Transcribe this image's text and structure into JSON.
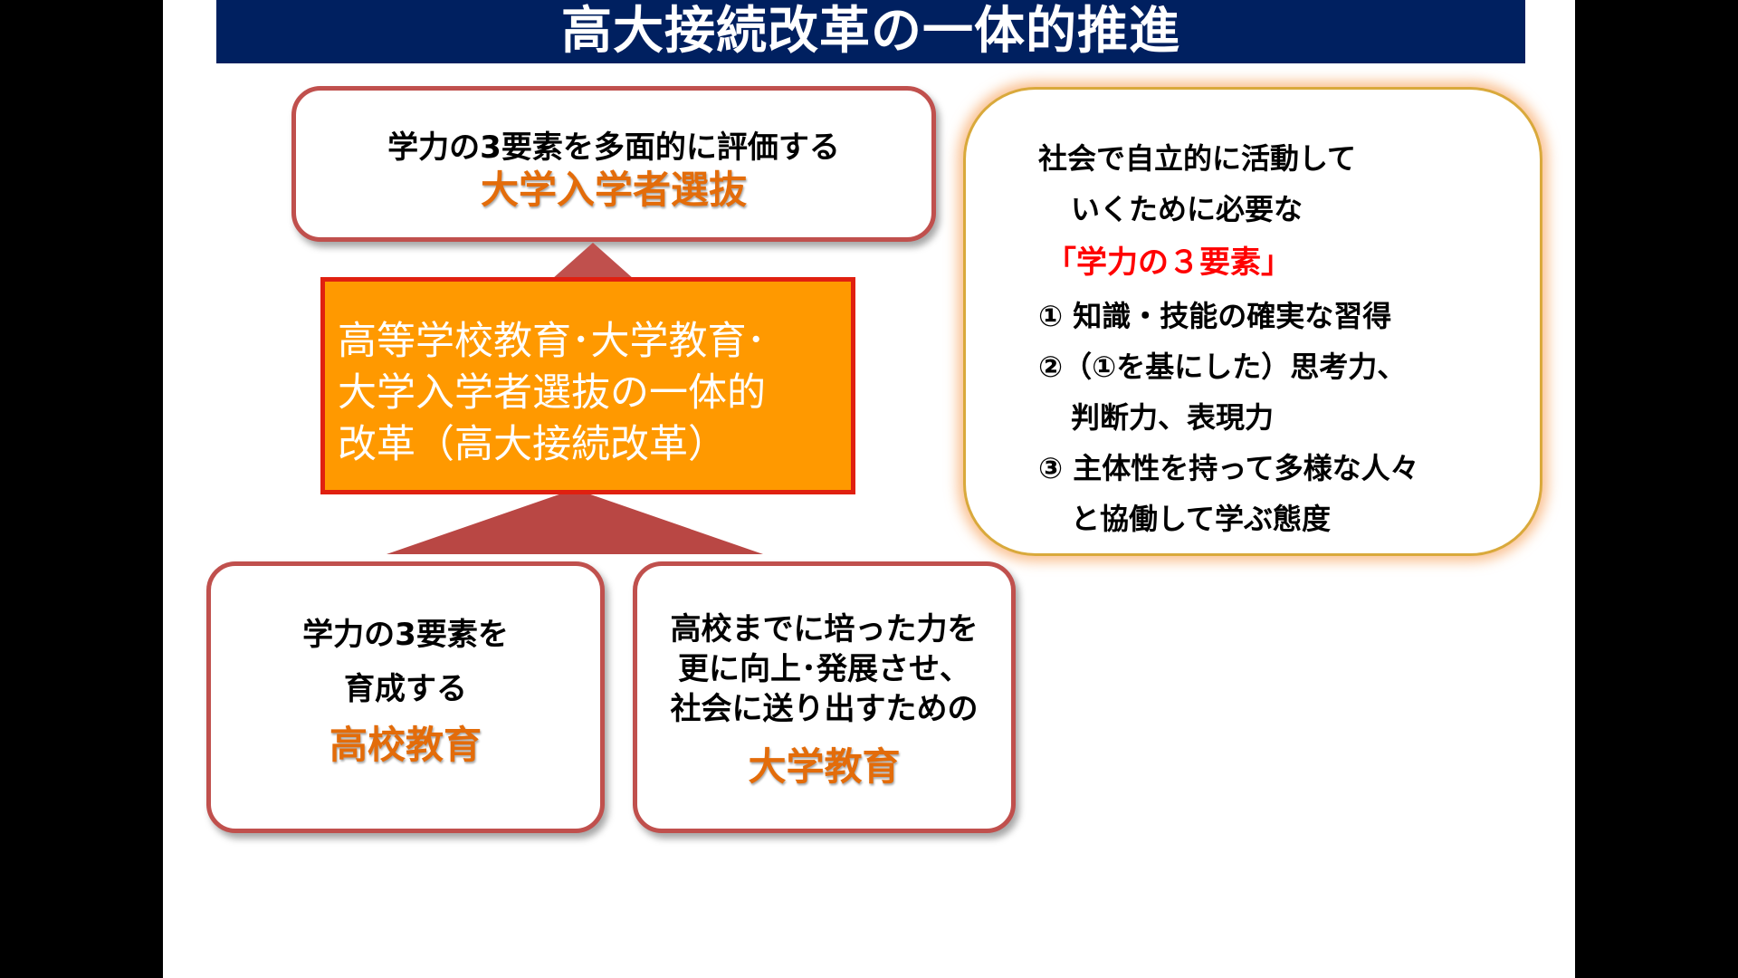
{
  "title": "高大接続改革の一体的推進",
  "top_box": {
    "subtitle": "学力の3要素を多面的に評価する",
    "heading": "大学入学者選抜"
  },
  "center_box": {
    "lines": [
      "高等学校教育･大学教育･",
      "大学入学者選抜の一体的",
      "改革（高大接続改革）"
    ]
  },
  "bottom_left_box": {
    "lines": [
      "学力の3要素を",
      "育成する"
    ],
    "heading": "高校教育"
  },
  "bottom_right_box": {
    "lines": [
      "高校までに培った力を",
      "更に向上･発展させ、",
      "社会に送り出すための"
    ],
    "heading": "大学教育"
  },
  "right_panel": {
    "intro_1": "社会で自立的に活動して",
    "intro_2": "いくために必要な",
    "highlight": "「学力の３要素」",
    "item_1": "① 知識・技能の確実な習得",
    "item_2a": "②（①を基にした）思考力、",
    "item_2b": "判断力、表現力",
    "item_3a": "③ 主体性を持って多様な人々",
    "item_3b": "と協働して学ぶ態度"
  },
  "colors": {
    "title_bg": "#002060",
    "box_border": "#c0504d",
    "accent_text": "#e36c0a",
    "center_fill": "#ff9900",
    "center_border": "#e02010",
    "highlight_text": "#ff0000"
  }
}
